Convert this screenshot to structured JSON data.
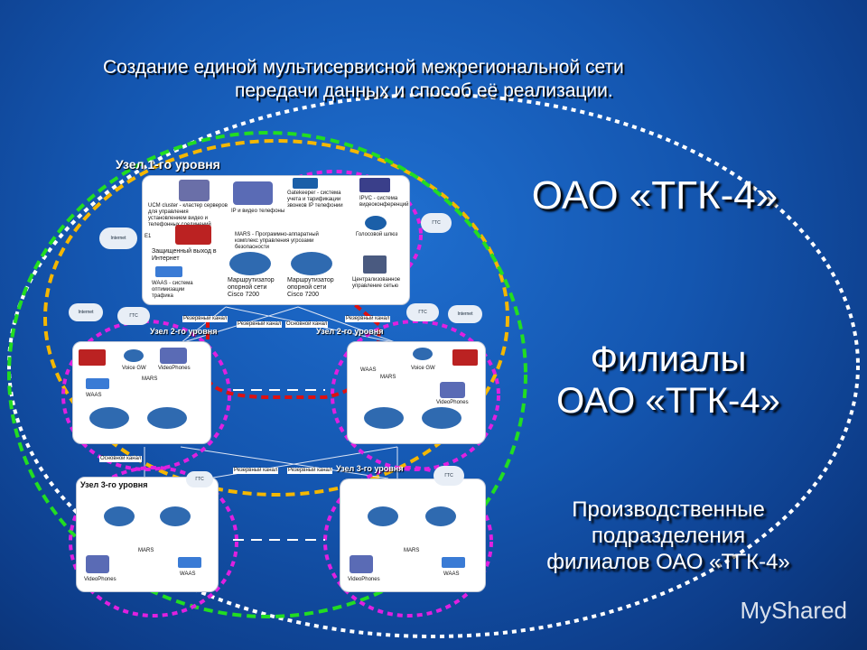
{
  "title": {
    "line1": "Создание единой мультисервисной межрегиональной сети",
    "line2": "передачи данных и способ её реализации."
  },
  "labels": {
    "company": "ОАО «ТГК-4»",
    "branches_line1": "Филиалы",
    "branches_line2": "ОАО «ТГК-4»",
    "divisions_line1": "Производственные",
    "divisions_line2": "подразделения",
    "divisions_line3": "филиалов ОАО «ТГК-4»"
  },
  "levels": {
    "level1": "Узел 1-го уровня",
    "level2_left": "Узел 2-го уровня",
    "level2_right": "Узел 2-го уровня",
    "level3_left": "Узел 3-го уровня",
    "level3_right": "Узел 3-го уровня"
  },
  "node1": {
    "ucm": "UCM cluster - кластер серверов для управления установлением видео и телефонных соединений",
    "ip_phones": "IP и видео телефоны",
    "gatekeeper": "Gatekeeper - система учета и тарификации звонков IP телефонии",
    "ipvc": "IPVC - система видеоконференций",
    "mars": "MARS - Программно-аппаратный комплекс управления угрозами безопасности",
    "voice_gw": "Голосовой шлюз",
    "secure_exit": "Защищенный выход в Интернет",
    "waas": "WAAS - система оптимизации трафика",
    "router_left": "Маршрутизатор опорной сети Cisco 7200",
    "router_right": "Маршрутизатор опорной сети Cisco 7200",
    "conf_mgmt": "Централизованное управление сетью",
    "e1": "E1",
    "internet": "Internet",
    "gts": "ГТС"
  },
  "node2": {
    "voice_gw": "Voice GW",
    "videophones": "VideoPhones",
    "waas": "WAAS",
    "mars": "MARS",
    "internet": "Internet",
    "gts": "ГТС",
    "reserve_channel": "Резервный канал",
    "main_channel": "Основной канал"
  },
  "node3": {
    "videophones": "VideoPhones",
    "mars": "MARS",
    "waas": "WAAS",
    "gts": "ГТС"
  },
  "watermark": "MyShared",
  "colors": {
    "background": "#1456b0",
    "yellow_dash": "#f5b700",
    "green_dash": "#22dd22",
    "magenta_dash": "#e020e0",
    "red_dash": "#dd1111",
    "white_dash": "#ffffff"
  }
}
